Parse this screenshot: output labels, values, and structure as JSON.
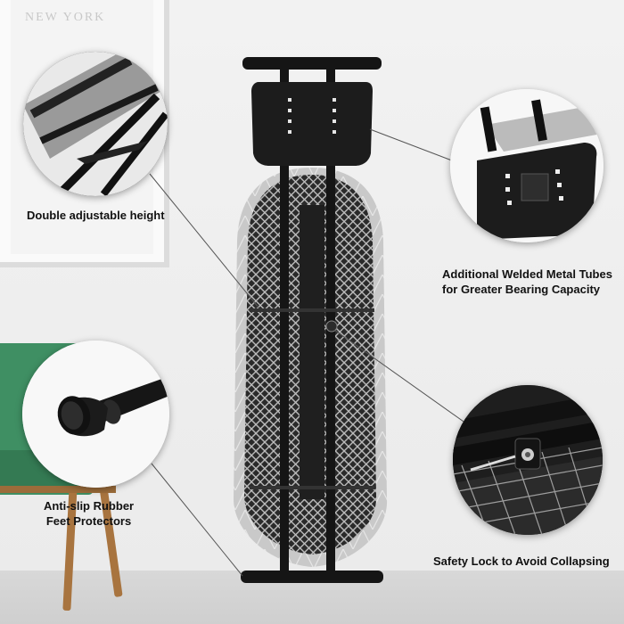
{
  "wall_art": {
    "text": "NEW YORK"
  },
  "callouts": {
    "height": {
      "label": "Double adjustable height"
    },
    "tubes": {
      "line1": "Additional Welded Metal Tubes",
      "line2": "for Greater Bearing Capacity"
    },
    "feet": {
      "line1": "Anti-slip Rubber",
      "line2": "Feet Protectors"
    },
    "lock": {
      "label": "Safety Lock to Avoid Collapsing"
    }
  },
  "colors": {
    "frame_black": "#1a1a1a",
    "mesh_silver": "#b9b9b9",
    "chair_green": "#3f8f63",
    "caption_text": "#111111"
  }
}
